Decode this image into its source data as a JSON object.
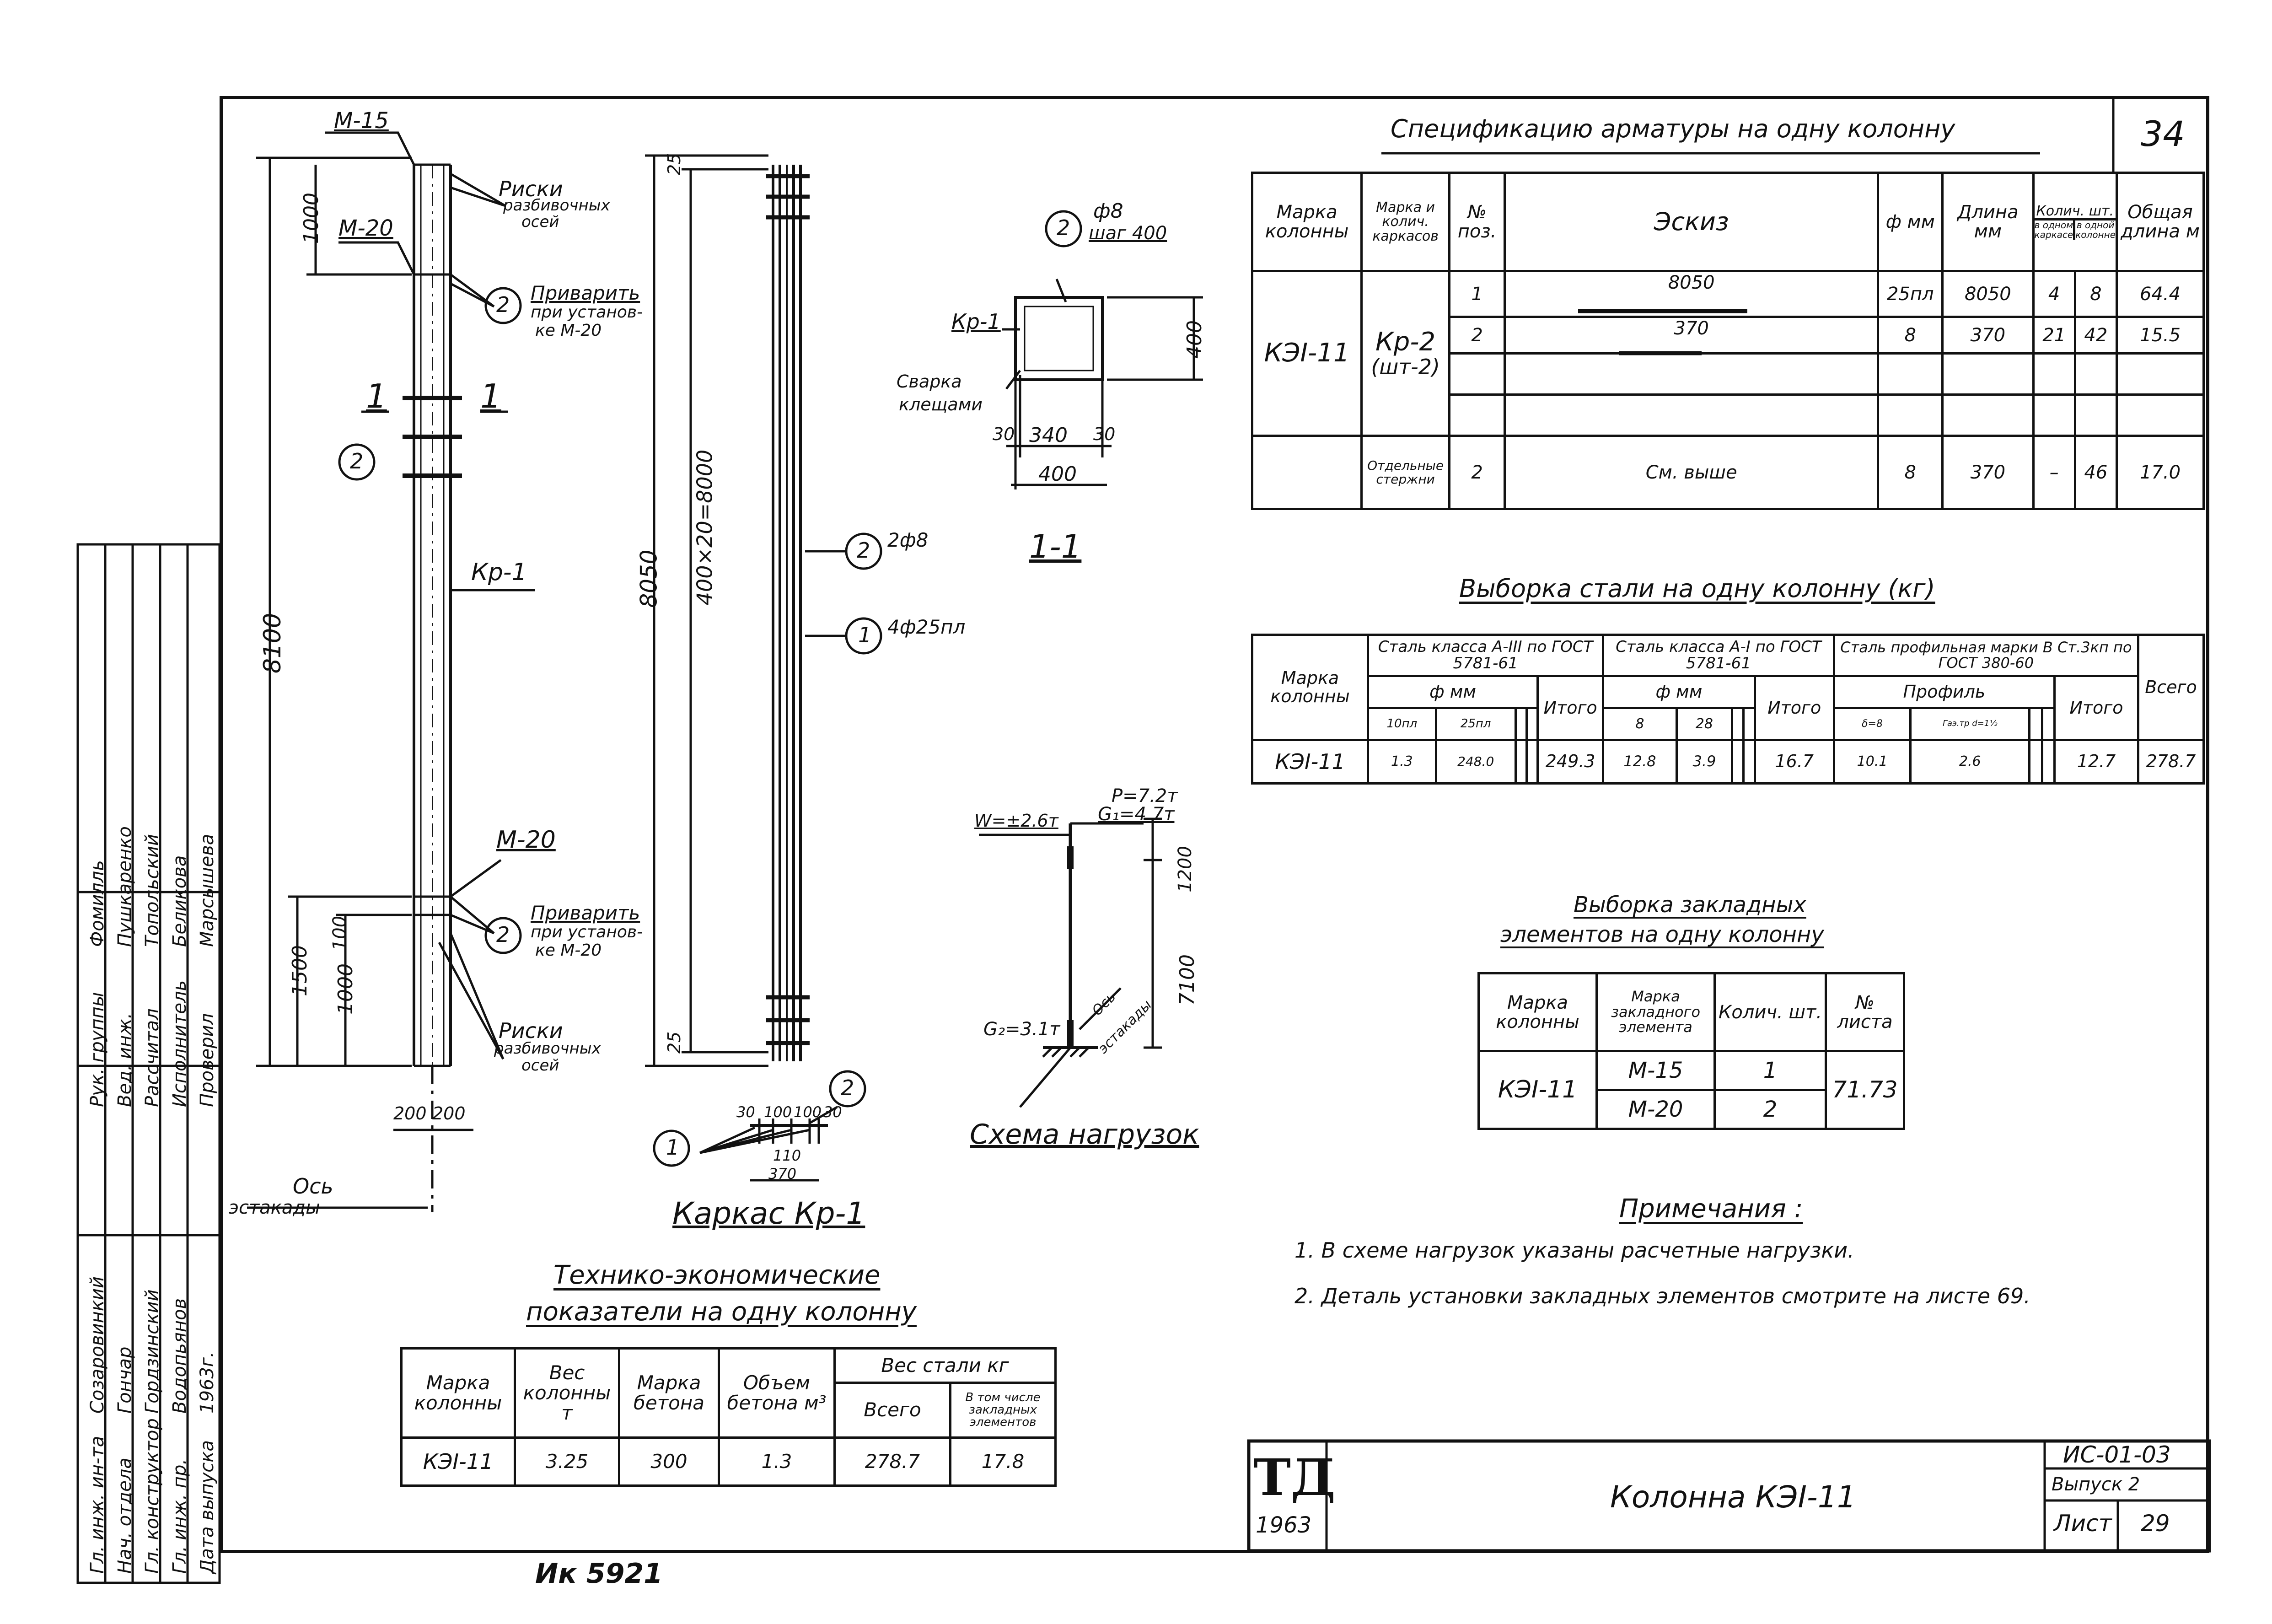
{
  "sheet_number_corner": "34",
  "spec": {
    "title": "Спецификацию арматуры на одну колонну",
    "headers": {
      "col_mark": "Марка колонны",
      "frame_mark": "Марка и колич. каркасов",
      "pos": "№ поз.",
      "sketch": "Эскиз",
      "dia": "ф мм",
      "length": "Длина мм",
      "qty_group": "Колич. шт.",
      "qty_one": "в одном каркасе",
      "qty_all": "в одной колонне",
      "total_len": "Общая длина м"
    },
    "column_mark": "КЭI-11",
    "frame_mark": "Кр-2",
    "frame_count": "(шт-2)",
    "rows": [
      {
        "pos": "1",
        "sketch": "8050",
        "dia": "25пл",
        "length": "8050",
        "qty_one": "4",
        "qty_all": "8",
        "total": "64.4"
      },
      {
        "pos": "2",
        "sketch": "370",
        "dia": "8",
        "length": "370",
        "qty_one": "21",
        "qty_all": "42",
        "total": "15.5"
      }
    ],
    "separate_label": "Отдельные стержни",
    "separate_row": {
      "pos": "2",
      "sketch": "См. выше",
      "dia": "8",
      "length": "370",
      "qty_one": "–",
      "qty_all": "46",
      "total": "17.0"
    }
  },
  "steel": {
    "title": "Выборка стали на одну колонну (кг)",
    "h_mark": "Марка колонны",
    "h_a3": "Сталь класса А-III по ГОСТ 5781-61",
    "h_a1": "Сталь класса А-I по ГОСТ 5781-61",
    "h_prof": "Сталь профильная марки В Ст.3кп по ГОСТ 380-60",
    "h_total": "Всего",
    "h_dia": "ф мм",
    "h_profile": "Профиль",
    "h_itogo": "Итого",
    "sub_a3": [
      "10пл",
      "25пл"
    ],
    "sub_a1": [
      "8",
      "28"
    ],
    "sub_prof": [
      "δ=8",
      "Гаэ.тр d=1½"
    ],
    "row": {
      "mark": "КЭI-11",
      "a3": [
        "1.3",
        "248.0"
      ],
      "a3_total": "249.3",
      "a1": [
        "12.8",
        "3.9"
      ],
      "a1_total": "16.7",
      "prof": [
        "10.1",
        "2.6"
      ],
      "prof_total": "12.7",
      "total": "278.7"
    }
  },
  "embedded": {
    "title1": "Выборка закладных",
    "title2": "элементов на одну колонну",
    "h_mark": "Марка колонны",
    "h_el": "Марка закладного элемента",
    "h_qty": "Колич. шт.",
    "h_sheet": "№ листа",
    "mark": "КЭI-11",
    "rows": [
      {
        "el": "М-15",
        "qty": "1"
      },
      {
        "el": "М-20",
        "qty": "2"
      }
    ],
    "sheets": "71.73"
  },
  "notes": {
    "title": "Примечания :",
    "items": [
      "1. В схеме нагрузок указаны расчетные нагрузки.",
      "2. Деталь установки закладных элементов смотрите на листе 69."
    ]
  },
  "tep": {
    "title1": "Технико-экономические",
    "title2": "показатели на одну колонну",
    "h_mark": "Марка колонны",
    "h_weight": "Вес колонны т",
    "h_concrete": "Марка бетона",
    "h_volume": "Объем бетона м³",
    "h_steel": "Вес стали кг",
    "h_all": "Всего",
    "h_emb": "В том числе закладных элементов",
    "row": {
      "mark": "КЭI-11",
      "weight": "3.25",
      "concrete": "300",
      "volume": "1.3",
      "all": "278.7",
      "emb": "17.8"
    }
  },
  "titleblock": {
    "logo": "ТД",
    "year": "1963",
    "name": "Колонна КЭI-11",
    "code": "ИС-01-03",
    "issue": "Выпуск 2",
    "sheet_label": "Лист",
    "sheet": "29"
  },
  "drawing": {
    "m15": "М-15",
    "m20_top": "М-20",
    "m20_bot": "М-20",
    "kr1": "Кр-1",
    "riski1": "Риски",
    "riski2": "разбивочных",
    "riski3": "осей",
    "weld1": "Приварить",
    "weld2": "при установ-",
    "weld3": "ке М-20",
    "section_a": "1",
    "section_b": "1",
    "dim_8100": "8100",
    "dim_1000_top": "1000",
    "dim_1500": "1500",
    "dim_1000_bot": "1000",
    "dim_100": "100",
    "dim_200a": "200",
    "dim_200b": "200",
    "axis1": "Ось",
    "axis2": "эстакады",
    "dim_8050": "8050",
    "dim_400x20": "400×20=8000",
    "dim_25a": "25",
    "dim_25b": "25",
    "rebar2": "2ф8",
    "rebar1": "4ф25пл",
    "frame_title": "Каркас Кр-1",
    "det_30a": "30",
    "det_100a": "100",
    "det_100b": "100",
    "det_30b": "30",
    "det_110": "110",
    "det_370": "370",
    "sec_step1": "ф8",
    "sec_step2": "шаг 400",
    "sec_kr1": "Кр-1",
    "sec_weld1": "Сварка",
    "sec_weld2": "клещами",
    "sec_400v": "400",
    "sec_30a": "30",
    "sec_340": "340",
    "sec_30b": "30",
    "sec_400h": "400",
    "sec_title": "1-1",
    "load_p": "P=7.2т",
    "load_g1": "G₁=4.7т",
    "load_w": "W=±2.6т",
    "load_1200": "1200",
    "load_7100": "7100",
    "load_g2": "G₂=3.1т",
    "load_axis1": "Ось",
    "load_axis2": "эстакады",
    "load_title": "Схема нагрузок",
    "circle_1": "1",
    "circle_2": "2"
  },
  "stamp": {
    "roles": [
      "Гл. инж. ин-та",
      "Нач. отдела",
      "Гл. конструктор",
      "Гл. инж. пр.",
      "Дата выпуска"
    ],
    "names": [
      "Созаровинкий",
      "Гончар",
      "Гордзинский",
      "Водопьянов",
      "1963г."
    ],
    "roles2": [
      "Рук. группы",
      "Вед. инж.",
      "Рассчитал",
      "Исполнитель",
      "Проверил"
    ],
    "names2": [
      "Фомилль",
      "Пушкаренко",
      "Топольский",
      "Беликова",
      "Марсышева"
    ]
  },
  "footer_scrawl": "Ик 5921"
}
